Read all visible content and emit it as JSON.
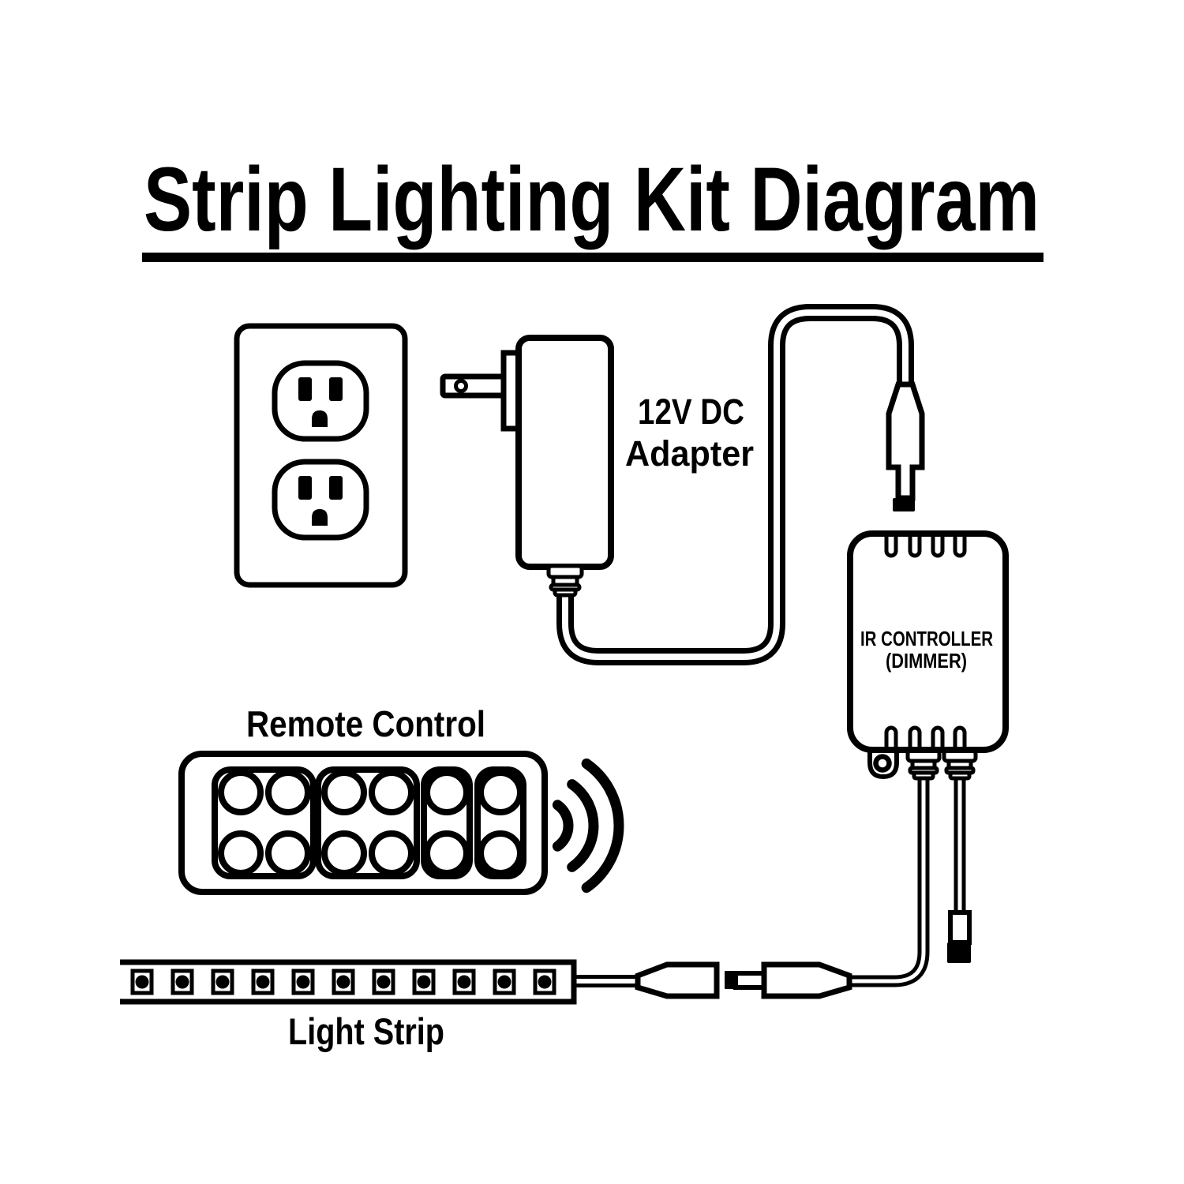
{
  "title": "Strip Lighting Kit Diagram",
  "labels": {
    "adapter_line1": "12V DC",
    "adapter_line2": "Adapter",
    "controller_line1": "IR CONTROLLER",
    "controller_line2": "(DIMMER)",
    "remote_control": "Remote Control",
    "light_strip": "Light Strip"
  },
  "colors": {
    "ink": "#000000",
    "background": "#ffffff"
  },
  "figures": {
    "outlet_socket_count": 2,
    "controller_pin_count_top": 4,
    "controller_pin_count_bottom": 4,
    "remote_button_count": 12,
    "remote_button_group_count": 4,
    "signal_wave_count": 3,
    "led_count": 11
  }
}
